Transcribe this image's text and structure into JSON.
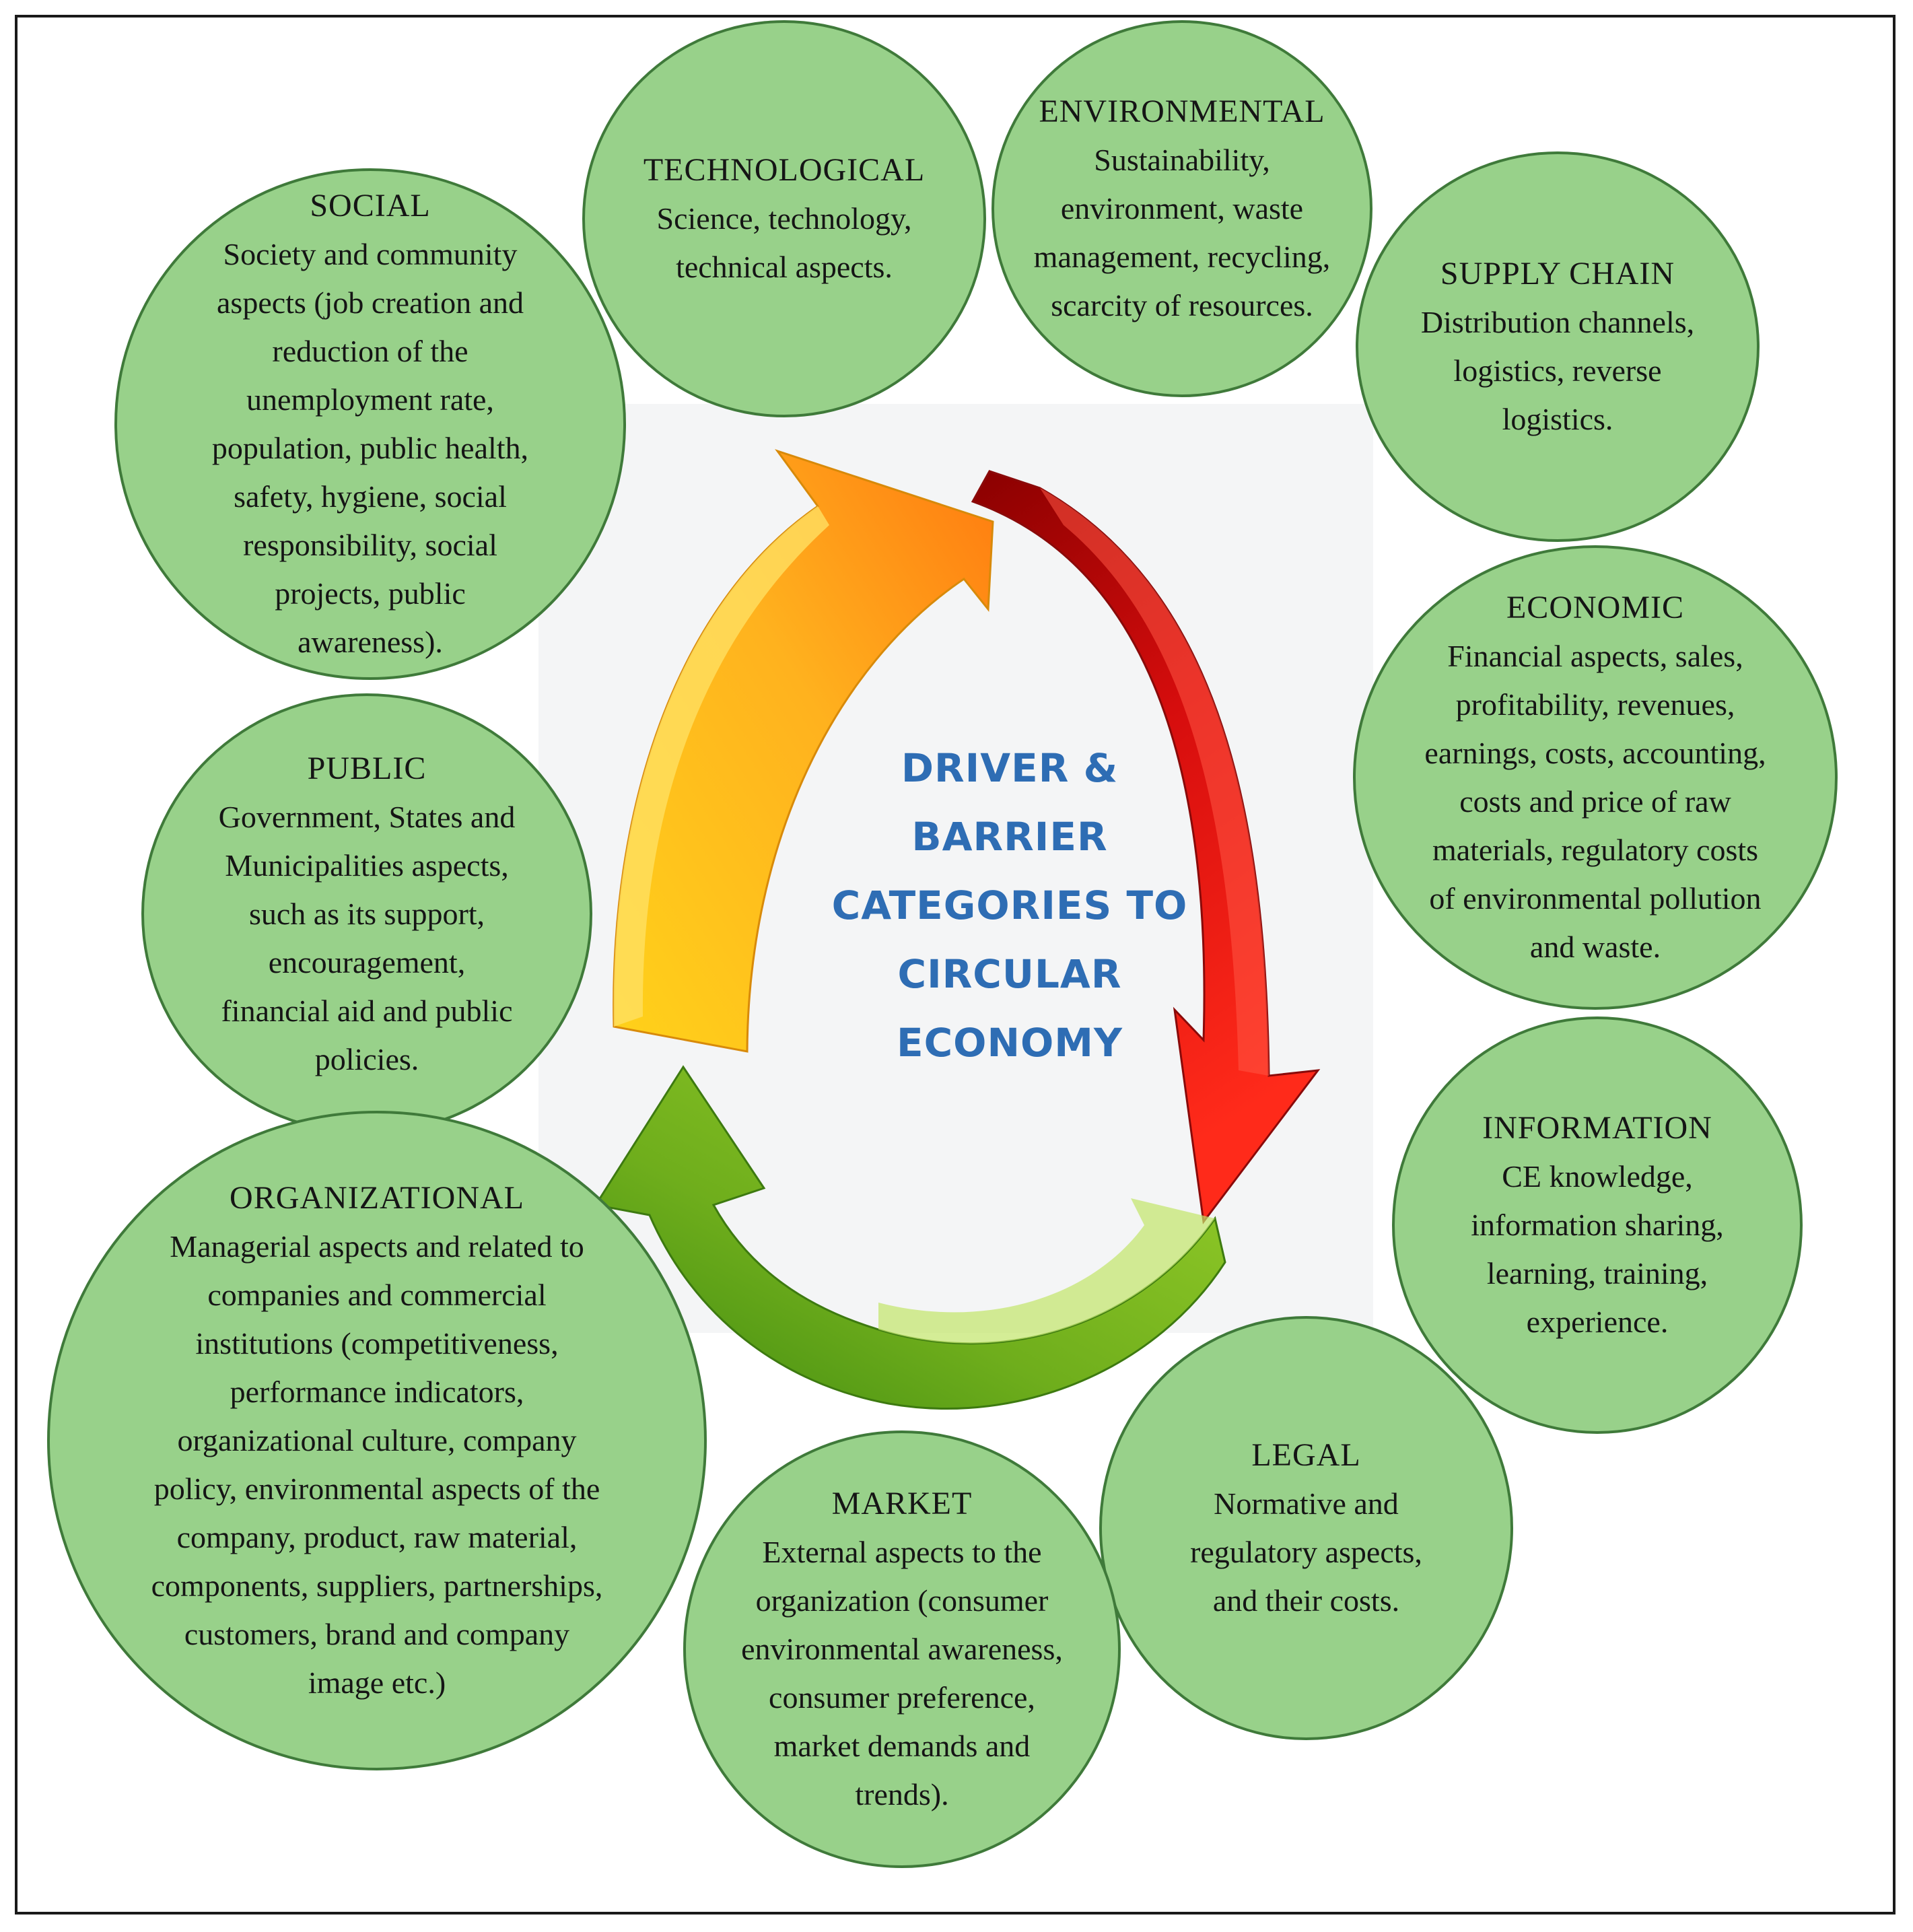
{
  "center": {
    "lines": [
      "DRIVER &",
      "BARRIER",
      "CATEGORIES TO",
      "CIRCULAR",
      "ECONOMY"
    ]
  },
  "categories": {
    "social": {
      "title": "SOCIAL",
      "lines": [
        "Society and community",
        "aspects (job creation and",
        "reduction of the",
        "unemployment rate,",
        "population, public health,",
        "safety, hygiene, social",
        "responsibility, social",
        "projects, public",
        "awareness)."
      ]
    },
    "technological": {
      "title": "TECHNOLOGICAL",
      "lines": [
        "Science, technology,",
        "technical aspects."
      ]
    },
    "environmental": {
      "title": "ENVIRONMENTAL",
      "lines": [
        "Sustainability,",
        "environment, waste",
        "management, recycling,",
        "scarcity of resources."
      ]
    },
    "supply_chain": {
      "title": "SUPPLY CHAIN",
      "lines": [
        "Distribution channels,",
        "logistics, reverse",
        "logistics."
      ]
    },
    "economic": {
      "title": "ECONOMIC",
      "lines": [
        "Financial aspects, sales,",
        "profitability, revenues,",
        "earnings, costs, accounting,",
        "costs and price of raw",
        "materials, regulatory costs",
        "of environmental pollution",
        "and waste."
      ]
    },
    "public": {
      "title": "PUBLIC",
      "lines": [
        "Government, States and",
        "Municipalities aspects,",
        "such as its support,",
        "encouragement,",
        "financial aid and public",
        "policies."
      ]
    },
    "information": {
      "title": "INFORMATION",
      "lines": [
        "CE knowledge,",
        "information sharing,",
        "learning, training,",
        "experience."
      ]
    },
    "organizational": {
      "title": "ORGANIZATIONAL",
      "lines": [
        "Managerial aspects and related to",
        "companies and commercial",
        "institutions (competitiveness,",
        "performance indicators,",
        "organizational culture, company",
        "policy, environmental aspects of the",
        "company, product, raw material,",
        "components, suppliers, partnerships,",
        "customers, brand and company",
        "image etc.)"
      ]
    },
    "legal": {
      "title": "LEGAL",
      "lines": [
        "Normative and",
        "regulatory aspects,",
        "and their costs."
      ]
    },
    "market": {
      "title": "MARKET",
      "lines": [
        "External aspects to the",
        "organization (consumer",
        "environmental awareness,",
        "consumer preference,",
        "market demands and",
        "trends)."
      ]
    }
  },
  "colors": {
    "circle_fill": "#98d18a",
    "circle_border": "#3f7a3a",
    "center_text": "#2e6db4",
    "arrow_yellow_orange": "#f7a21b",
    "arrow_red": "#d81616",
    "arrow_green": "#79b824"
  }
}
